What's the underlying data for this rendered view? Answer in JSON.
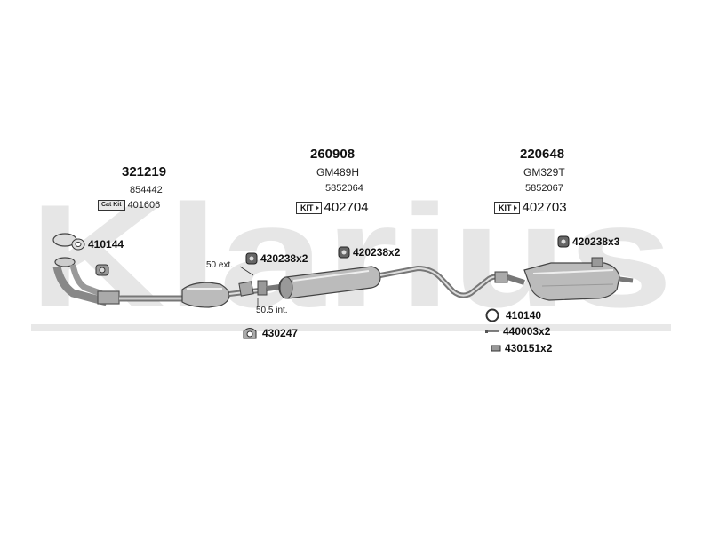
{
  "brand": {
    "watermark_text": "Klarius",
    "watermark_color": "#e6e6e6"
  },
  "parts": [
    {
      "id": "front",
      "number": "321219",
      "ref": "854442",
      "catkit_label": "Cat Kit",
      "catkit_code": "401606"
    },
    {
      "id": "middle",
      "number": "260908",
      "model": "GM489H",
      "ref": "5852064",
      "kit_label": "KIT",
      "kit_code": "402704"
    },
    {
      "id": "rear",
      "number": "220648",
      "model": "GM329T",
      "ref": "5852067",
      "kit_label": "KIT",
      "kit_code": "402703"
    }
  ],
  "accessories": {
    "gasket_front": "410144",
    "mount_middle": "420238x2",
    "mount_left": "420238x2",
    "mount_rear": "420238x3",
    "clamp": "430247",
    "ring": "410140",
    "bolt": "440003x2",
    "spring": "430151x2"
  },
  "dimensions": {
    "ext": "50 ext.",
    "int": "50.5 int."
  },
  "icons": [
    "gasket-icon",
    "rubber-mount-icon",
    "clamp-icon",
    "ring-icon",
    "bolt-icon",
    "spring-icon",
    "catalytic-converter-icon",
    "silencer-icon"
  ]
}
